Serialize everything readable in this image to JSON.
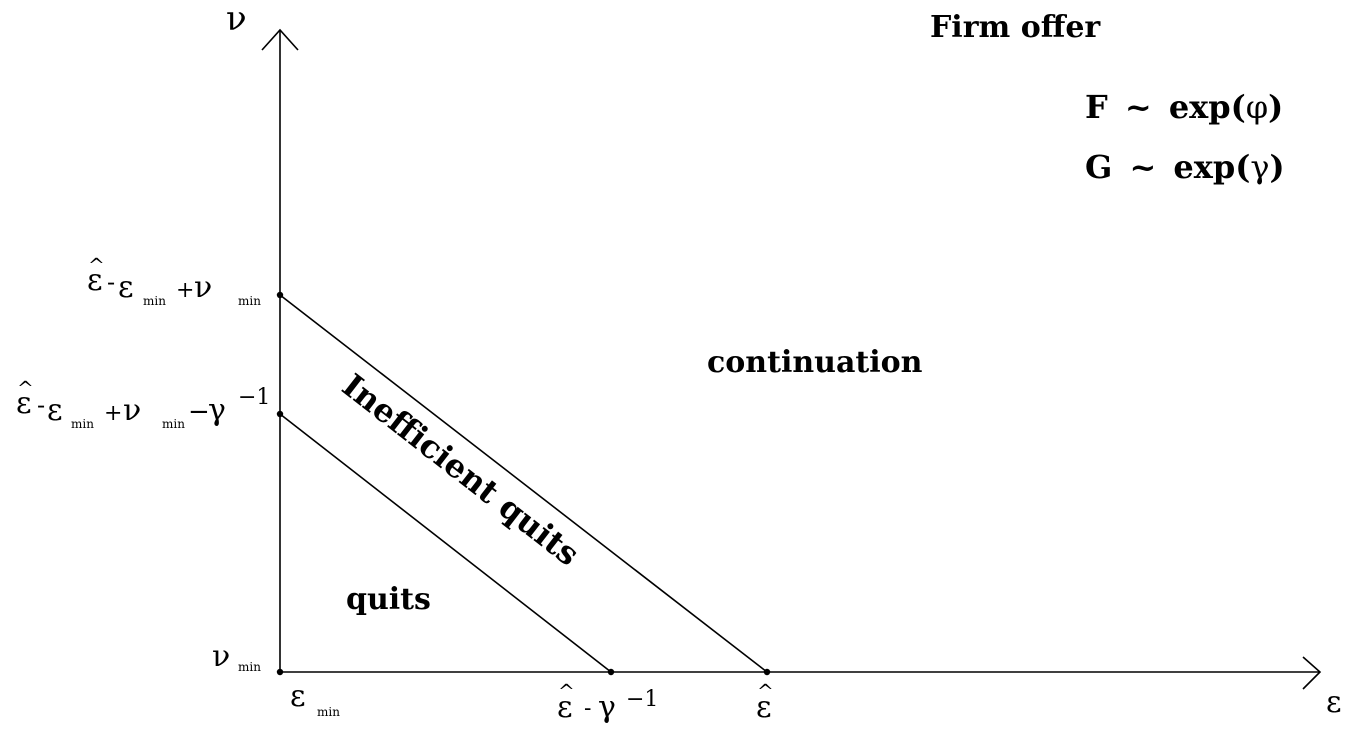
{
  "title": "Firm offer",
  "legend": {
    "line1": {
      "var": "F",
      "sym": "~",
      "fn": "exp",
      "arg": "φ"
    },
    "line2": {
      "var": "G",
      "sym": "~",
      "fn": "exp",
      "arg": "γ"
    }
  },
  "axes": {
    "y_symbol": "ν",
    "x_symbol": "ε"
  },
  "regions": {
    "continuation": "continuation",
    "inefficient": "Inefficient quits",
    "quits": "quits"
  },
  "symbols": {
    "eps": "ε",
    "nu": "ν",
    "gamma": "γ",
    "min": "min",
    "hat": "^",
    "inv": "−1",
    "plus": "+",
    "minus": "-",
    "minus_long": "−",
    "minus_x": "-"
  }
}
